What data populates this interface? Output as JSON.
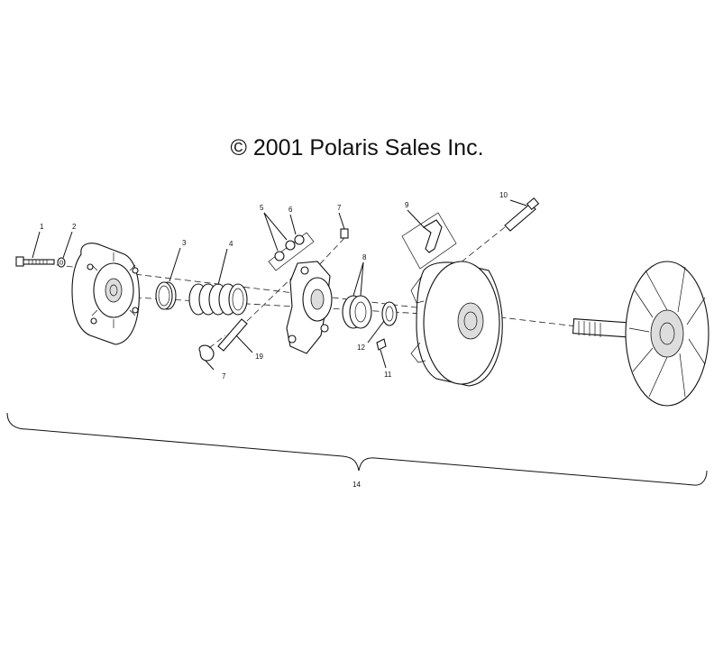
{
  "copyright": "© 2001 Polaris Sales Inc.",
  "callouts": [
    "1",
    "2",
    "3",
    "4",
    "5",
    "6",
    "7",
    "8",
    "9",
    "10",
    "11",
    "12",
    "19",
    "7",
    "14"
  ]
}
